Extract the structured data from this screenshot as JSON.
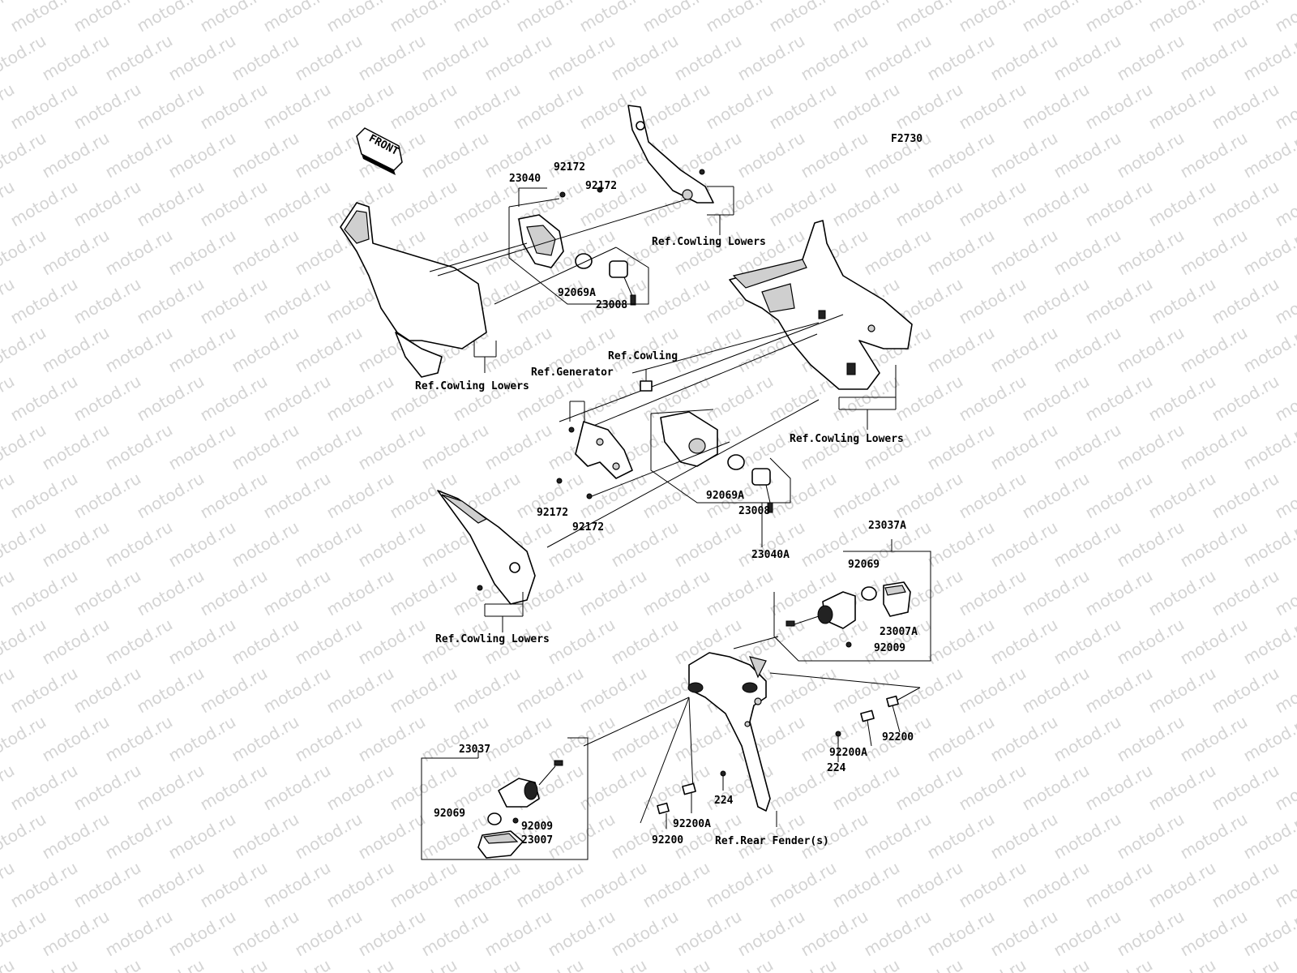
{
  "watermark": "motod.ru",
  "figure_code": "F2730",
  "front_arrow": "FRONT",
  "callouts": {
    "c23040": "23040",
    "c92172_a": "92172",
    "c92172_b": "92172",
    "c92069A_a": "92069A",
    "c23008_a": "23008",
    "ref_cowling_lowers_a": "Ref.Cowling Lowers",
    "ref_cowling_lowers_b": "Ref.Cowling Lowers",
    "ref_cowling": "Ref.Cowling",
    "ref_generator": "Ref.Generator",
    "ref_cowling_lowers_c": "Ref.Cowling Lowers",
    "c92172_c": "92172",
    "c92172_d": "92172",
    "c92069A_b": "92069A",
    "c23008_b": "23008",
    "c23040A": "23040A",
    "ref_cowling_lowers_d": "Ref.Cowling Lowers",
    "c23037A": "23037A",
    "c92069_a": "92069",
    "c23007A": "23007A",
    "c92009_a": "92009",
    "c92200_a": "92200",
    "c92200A_a": "92200A",
    "c224_a": "224",
    "c23037": "23037",
    "c92069_b": "92069",
    "c92009_b": "92009",
    "c23007": "23007",
    "c224_b": "224",
    "c92200A_b": "92200A",
    "c92200_b": "92200",
    "ref_rear_fender": "Ref.Rear Fender(s)"
  }
}
